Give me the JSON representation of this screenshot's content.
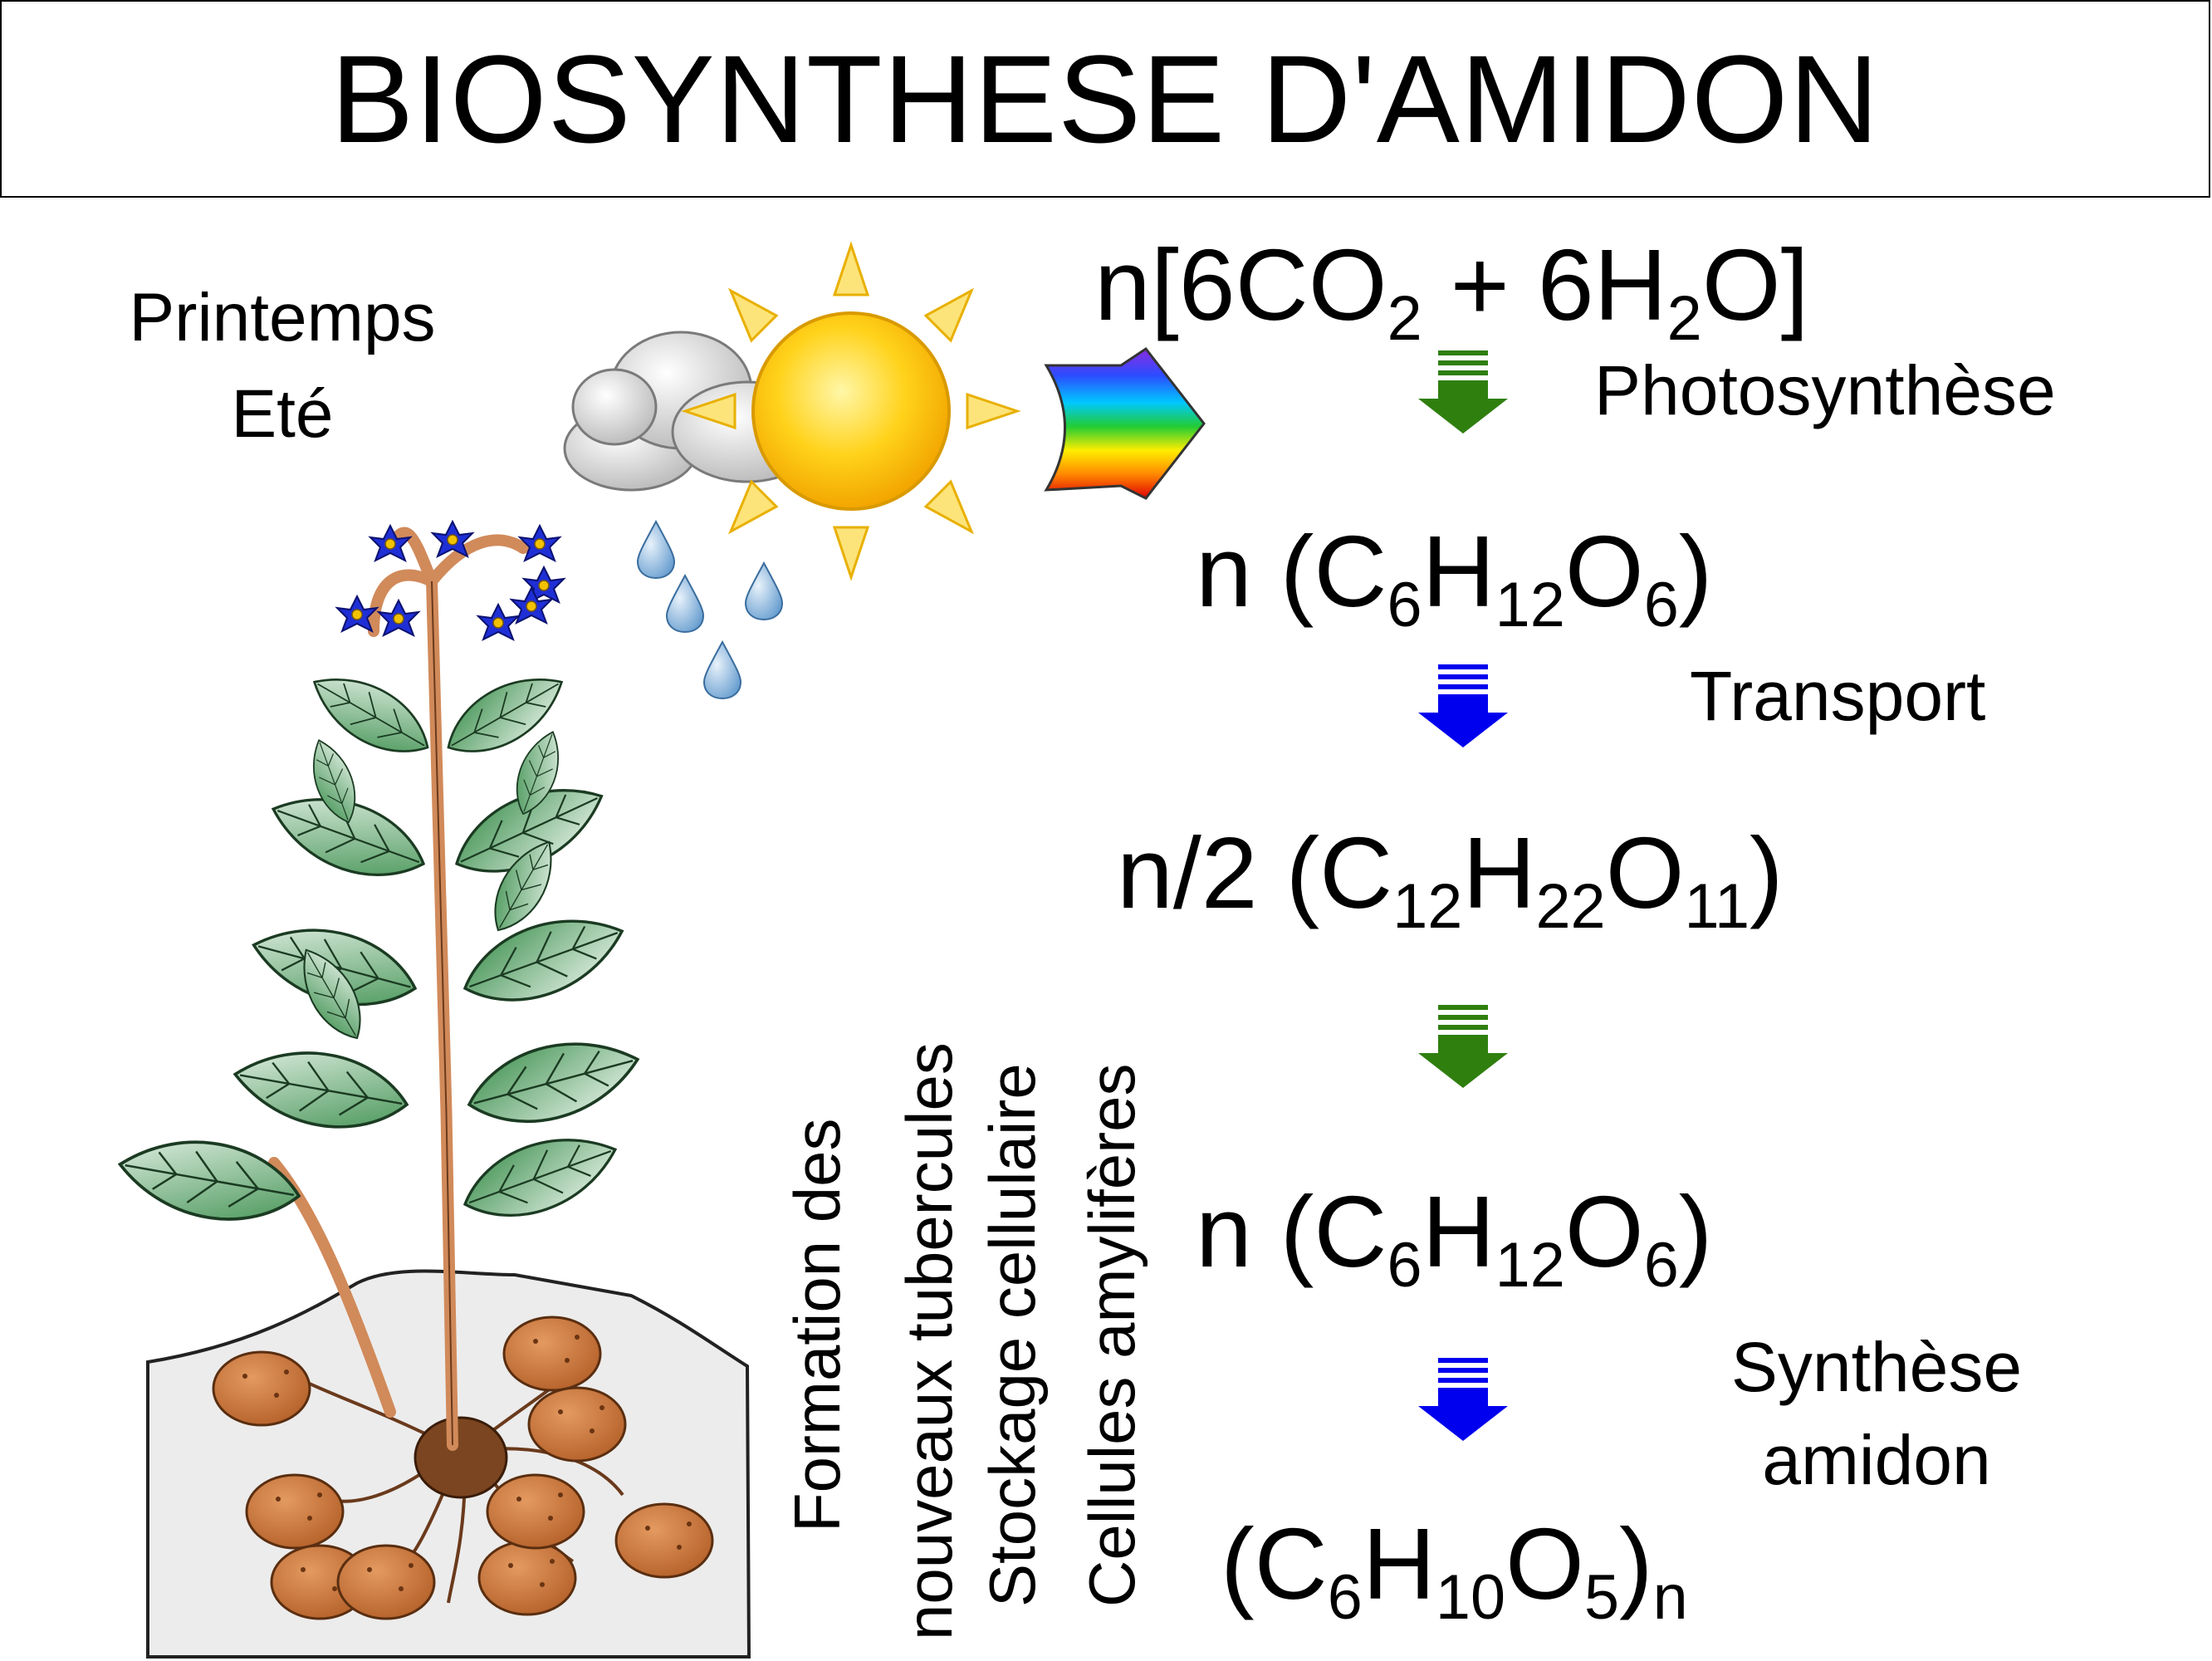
{
  "title": "BIOSYNTHESE D'AMIDON",
  "season": {
    "line1": "Printemps",
    "line2": "Eté"
  },
  "formulas": {
    "f1": {
      "pre": "n[6CO",
      "s1": "2",
      "mid": " + 6H",
      "s2": "2",
      "post": "O]"
    },
    "f2": {
      "pre": "n (C",
      "s1": "6",
      "m1": "H",
      "s2": "12",
      "m2": "O",
      "s3": "6",
      "post": ")"
    },
    "f3": {
      "pre": "n/2 (C",
      "s1": "12",
      "m1": "H",
      "s2": "22",
      "m2": "O",
      "s3": "11",
      "post": ")"
    },
    "f4": {
      "pre": "n (C",
      "s1": "6",
      "m1": "H",
      "s2": "12",
      "m2": "O",
      "s3": "6",
      "post": ")"
    },
    "f5": {
      "pre": "(C",
      "s1": "6",
      "m1": "H",
      "s2": "10",
      "m2": "O",
      "s3": "5",
      "post": ")",
      "s4": "n"
    }
  },
  "steps": {
    "photosynthese": "Photosynthèse",
    "transport": "Transport",
    "synthese_line1": "Synthèse",
    "synthese_line2": "amidon"
  },
  "vertical_labels": {
    "formation_line1": "Formation des",
    "formation_line2": "nouveaux tubercules",
    "stockage": "Stockage cellulaire",
    "cellules": "Cellules amylifères"
  },
  "colors": {
    "green_arrow": "#2f7f0f",
    "blue_arrow": "#0000ee",
    "sun": "#ffd21a",
    "leaf": "#2e7d3c",
    "tuber": "#c8733a",
    "stem": "#d18a5a",
    "flower": "#1f2fd6",
    "soil": "#ececec"
  }
}
